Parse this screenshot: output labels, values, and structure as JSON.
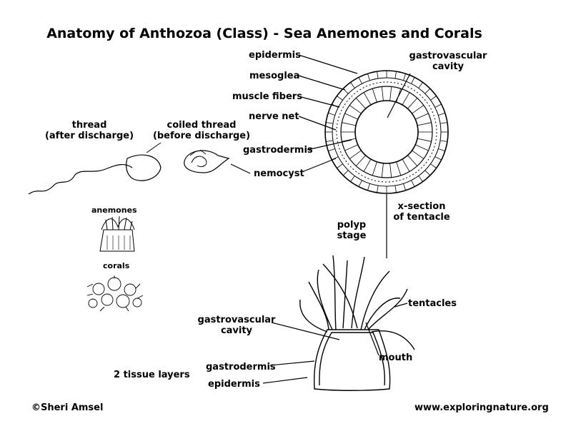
{
  "title": "Anatomy of Anthozoa (Class) - Sea Anemones and Corals",
  "labels": {
    "epidermis_top": "epidermis",
    "mesoglea": "mesoglea",
    "muscle_fibers": "muscle fibers",
    "nerve_net": "nerve net",
    "gastrodermis_top": "gastrodermis",
    "nemocyst": "nemocyst",
    "gastrovascular_cavity_top_1": "gastrovascular",
    "gastrovascular_cavity_top_2": "cavity",
    "thread_1": "thread",
    "thread_2": "(after discharge)",
    "coiled_1": "coiled thread",
    "coiled_2": "(before discharge)",
    "x_section_1": "x-section",
    "x_section_2": "of tentacle",
    "polyp_1": "polyp",
    "polyp_2": "stage",
    "anemones": "anemones",
    "corals": "corals",
    "tentacles": "tentacles",
    "gastrovascular_cavity_bottom_1": "gastrovascular",
    "gastrovascular_cavity_bottom_2": "cavity",
    "mouth": "mouth",
    "gastrodermis_bottom": "gastrodermis",
    "epidermis_bottom": "epidermis",
    "tissue_layers": "2 tissue layers"
  },
  "footer": {
    "copyright": "©Sheri Amsel",
    "website": "www.exploringnature.org"
  },
  "colors": {
    "ink": "#000000",
    "paper": "#ffffff"
  }
}
